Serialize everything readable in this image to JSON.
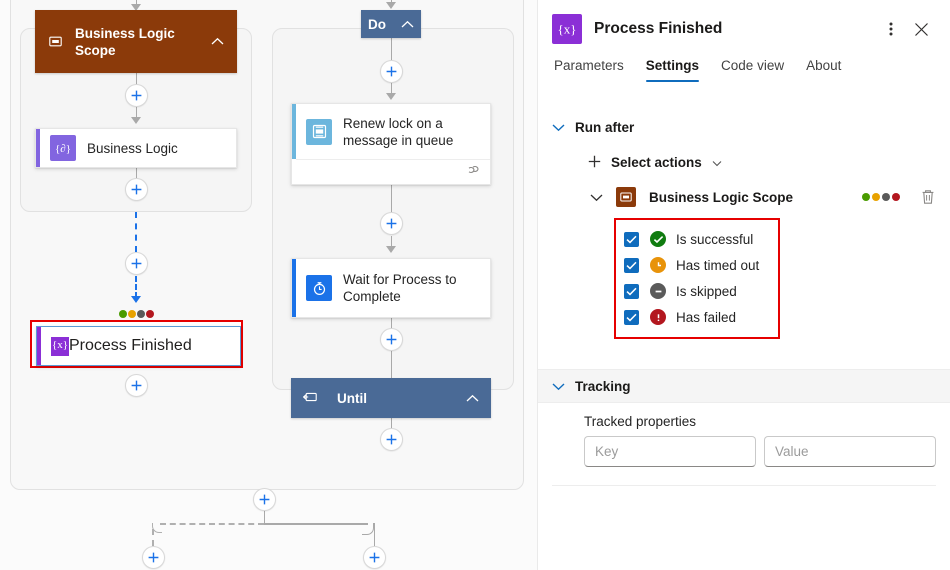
{
  "canvas": {
    "scope_node": {
      "title": "Business Logic Scope",
      "icon": "scope-icon",
      "chevron": "chevron-up-icon",
      "color": "#8b3a0a"
    },
    "business_logic_card": {
      "label": "Business Logic",
      "icon": "expression-icon",
      "accent": "#8265e0"
    },
    "process_finished_card": {
      "label": "Process Finished",
      "icon": "expression-icon",
      "accent": "#8b2fd6",
      "selected": true,
      "highlight_color": "#e60000",
      "status_dots": [
        "#4a9b00",
        "#e8a200",
        "#5a5a5a",
        "#b3171f"
      ]
    },
    "do_node": {
      "label": "Do",
      "chevron": "chevron-up-icon",
      "color": "#4a6a96"
    },
    "renew_lock_card": {
      "label": "Renew lock on a message in queue",
      "icon": "service-bus-icon",
      "accent": "#6cb6dd",
      "footer_icon": "retry-icon"
    },
    "wait_card": {
      "label": "Wait for Process to Complete",
      "icon": "delay-icon",
      "accent": "#1b72e8"
    },
    "until_node": {
      "label": "Until",
      "icon": "loop-icon",
      "chevron": "chevron-up-icon",
      "color": "#4a6a96"
    },
    "add_button_label": "+"
  },
  "panel": {
    "icon": "expression-icon",
    "title": "Process Finished",
    "more_icon": "more-vertical-icon",
    "close_icon": "close-icon",
    "tabs": [
      {
        "label": "Parameters",
        "active": false
      },
      {
        "label": "Settings",
        "active": true
      },
      {
        "label": "Code view",
        "active": false
      },
      {
        "label": "About",
        "active": false
      }
    ],
    "run_after": {
      "title": "Run after",
      "caret": "chevron-down-icon",
      "select_actions": {
        "label": "Select actions",
        "plus_icon": "plus-icon",
        "caret": "chevron-down-icon"
      },
      "group": {
        "name": "Business Logic Scope",
        "caret": "chevron-down-icon",
        "icon": "scope-icon",
        "icon_color": "#8b3a0a",
        "dots": [
          "#4a9b00",
          "#e8a200",
          "#5a5a5a",
          "#b3171f"
        ],
        "delete_icon": "trash-icon"
      },
      "highlight_color": "#e60000",
      "statuses": [
        {
          "label": "Is successful",
          "checked": true,
          "icon": "check-circle-icon",
          "color": "#107c10"
        },
        {
          "label": "Has timed out",
          "checked": true,
          "icon": "clock-circle-icon",
          "color": "#e8930a"
        },
        {
          "label": "Is skipped",
          "checked": true,
          "icon": "minus-circle-icon",
          "color": "#5a5a5a"
        },
        {
          "label": "Has failed",
          "checked": true,
          "icon": "error-circle-icon",
          "color": "#b3171f"
        }
      ]
    },
    "tracking": {
      "title": "Tracking",
      "caret": "chevron-down-icon",
      "tracked_properties_label": "Tracked properties",
      "key_placeholder": "Key",
      "value_placeholder": "Value",
      "key_value": "",
      "value_value": ""
    }
  }
}
